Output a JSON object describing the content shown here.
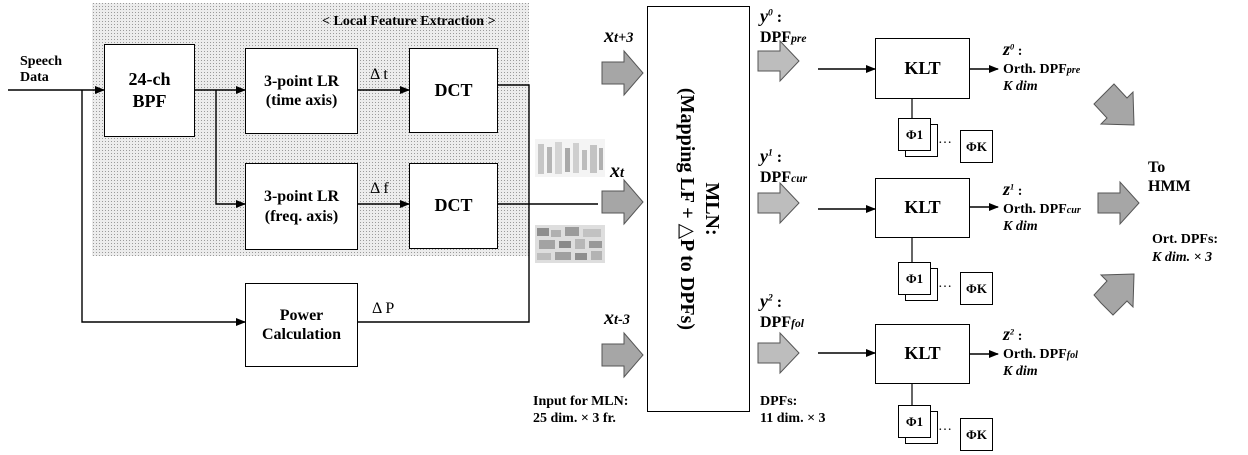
{
  "region_label": "< Local Feature Extraction >",
  "speech_data": [
    "Speech",
    "Data"
  ],
  "bpf": [
    "24-ch",
    "BPF"
  ],
  "lr_time": [
    "3-point LR",
    "(time axis)"
  ],
  "lr_freq": [
    "3-point LR",
    "(freq. axis)"
  ],
  "dct_top": "DCT",
  "dct_bottom": "DCT",
  "power": [
    "Power",
    "Calculation"
  ],
  "delta_t": "Δ t",
  "delta_f": "Δ f",
  "delta_p": "Δ P",
  "x_inputs": [
    {
      "base": "x",
      "sub": "t+3"
    },
    {
      "base": "x",
      "sub": "t"
    },
    {
      "base": "x",
      "sub": "t-3"
    }
  ],
  "input_note": [
    "Input for MLN:",
    "25 dim. × 3 fr."
  ],
  "mln": [
    "MLN:",
    "(Mapping LF + △P to DPFs)"
  ],
  "y_outputs": [
    {
      "base": "y",
      "sup": "0",
      "dpf": "DPF",
      "dpf_sub": "pre"
    },
    {
      "base": "y",
      "sup": "1",
      "dpf": "DPF",
      "dpf_sub": "cur"
    },
    {
      "base": "y",
      "sup": "2",
      "dpf": "DPF",
      "dpf_sub": "fol"
    }
  ],
  "dpf_note": [
    "DPFs:",
    "11 dim. × 3"
  ],
  "klt": "KLT",
  "phi_1": "Φ1",
  "phi_k": "ΦK",
  "ellipsis": "…",
  "z_outputs": [
    {
      "base": "z",
      "sup": "0",
      "line2": "Orth. DPF",
      "sub": "pre",
      "line3": "K dim"
    },
    {
      "base": "z",
      "sup": "1",
      "line2": "Orth. DPF",
      "sub": "cur",
      "line3": "K dim"
    },
    {
      "base": "z",
      "sup": "2",
      "line2": "Orth. DPF",
      "sub": "fol",
      "line3": "K dim"
    }
  ],
  "to_hmm": [
    "To",
    "HMM"
  ],
  "ort_note": [
    "Ort. DPFs:",
    "K dim. × 3"
  ]
}
